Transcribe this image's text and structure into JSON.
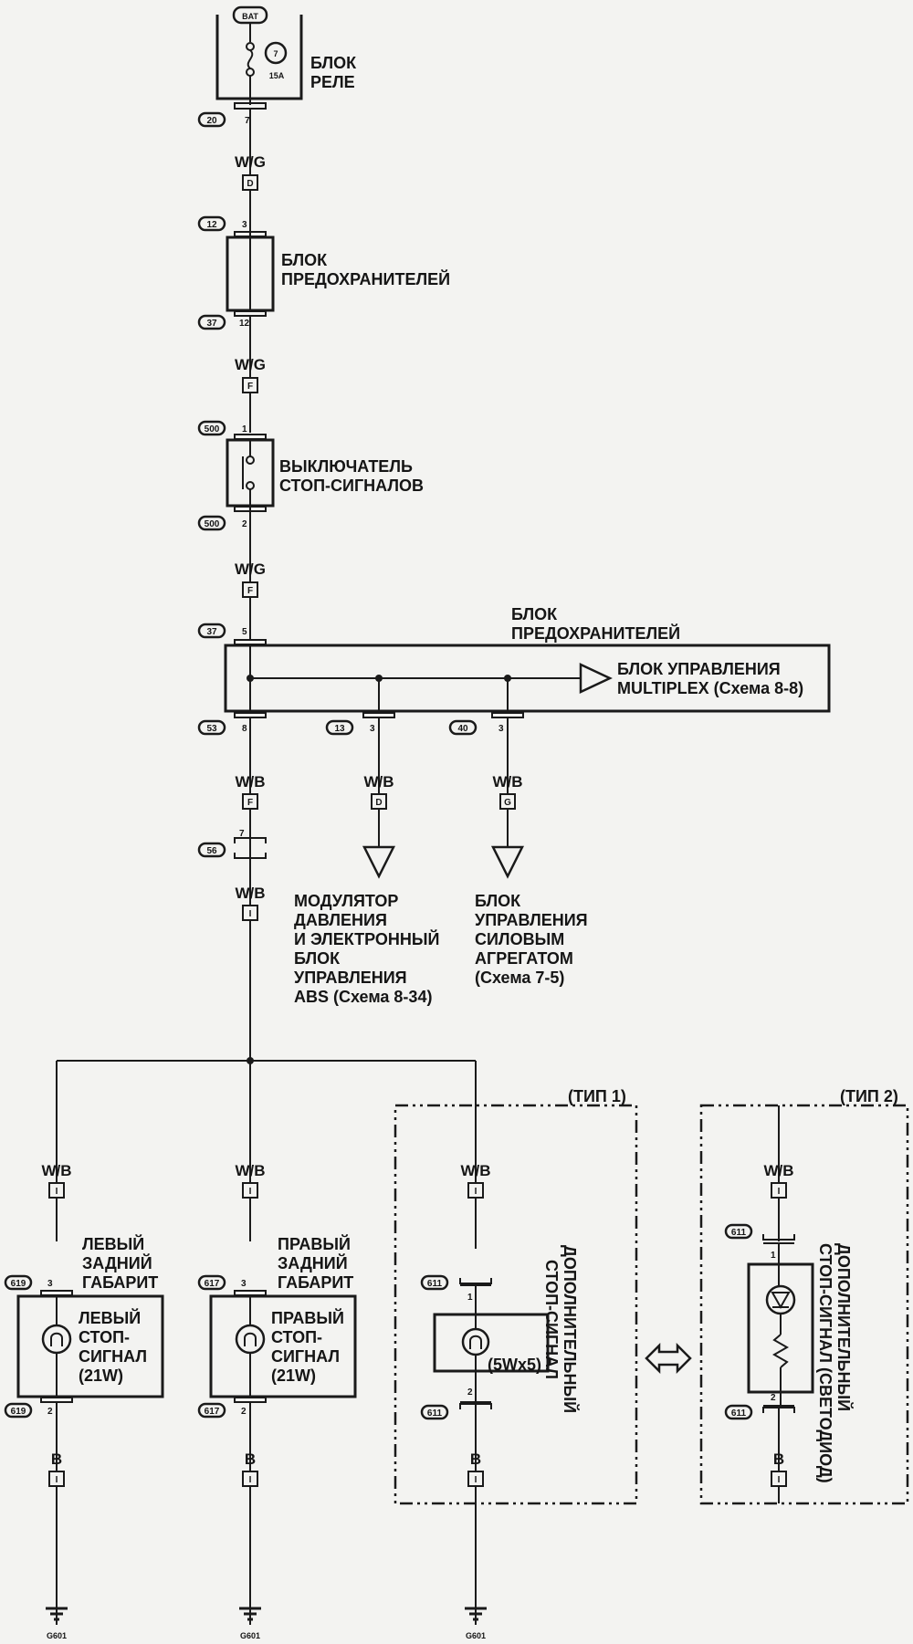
{
  "battery": "BAT",
  "relay_block": {
    "label": [
      "БЛОК",
      "РЕЛЕ"
    ],
    "fuse_no": "7",
    "fuse_rating": "15A",
    "conn": "20",
    "pin": "7"
  },
  "fuse_block_1": {
    "label": [
      "БЛОК",
      "ПРЕДОХРАНИТЕЛЕЙ"
    ],
    "conn_in": "12",
    "pin_in": "3",
    "conn_out": "37",
    "pin_out": "12"
  },
  "brake_switch": {
    "label": [
      "ВЫКЛЮЧАТЕЛЬ",
      "СТОП-СИГНАЛОВ"
    ],
    "conn": "500",
    "pin_in": "1",
    "pin_out": "2"
  },
  "fuse_block_2": {
    "label": [
      "БЛОК",
      "ПРЕДОХРАНИТЕЛЕЙ"
    ],
    "conn_in": "37",
    "pin_in": "5",
    "conn_out": "53",
    "pin_out": "8",
    "conn_mid": "13",
    "pin_mid": "3",
    "conn_right": "40",
    "pin_right": "3",
    "multiplex": [
      "БЛОК УПРАВЛЕНИЯ",
      "MULTIPLEX (Схема 8-8)"
    ]
  },
  "wires": {
    "wg": "W/G",
    "wb": "W/B",
    "b": "B",
    "conn_D": "D",
    "conn_F": "F",
    "conn_G": "G",
    "conn_I": "I"
  },
  "junction": {
    "conn": "56",
    "pin": "7"
  },
  "abs": [
    "МОДУЛЯТОР",
    "ДАВЛЕНИЯ",
    "И ЭЛЕКТРОННЫЙ",
    "БЛОК",
    "УПРАВЛЕНИЯ",
    "ABS (Схема 8-34)"
  ],
  "pcm": [
    "БЛОК",
    "УПРАВЛЕНИЯ",
    "СИЛОВЫМ",
    "АГРЕГАТОМ",
    "(Схема 7-5)"
  ],
  "left_lamp": {
    "title": [
      "ЛЕВЫЙ",
      "ЗАДНИЙ",
      "ГАБАРИТ"
    ],
    "inner": [
      "ЛЕВЫЙ",
      "СТОП-",
      "СИГНАЛ",
      "(21W)"
    ],
    "conn": "619",
    "pin_in": "3",
    "pin_out": "2"
  },
  "right_lamp": {
    "title": [
      "ПРАВЫЙ",
      "ЗАДНИЙ",
      "ГАБАРИТ"
    ],
    "inner": [
      "ПРАВЫЙ",
      "СТОП-",
      "СИГНАЛ",
      "(21W)"
    ],
    "conn": "617",
    "pin_in": "3",
    "pin_out": "2"
  },
  "type1": {
    "label": "(ТИП 1)",
    "conn": "611",
    "pin_in": "1",
    "pin_out": "2",
    "bulb": "(5Wx5)",
    "name": [
      "ДОПОЛНИТЕЛЬНЫЙ",
      "СТОП-СИГНАЛ"
    ]
  },
  "type2": {
    "label": "(ТИП 2)",
    "conn": "611",
    "pin_in": "1",
    "pin_out": "2",
    "name": [
      "ДОПОЛНИТЕЛЬНЫЙ",
      "СТОП-СИГНАЛ (СВЕТОДИОД)"
    ]
  },
  "ground": "G601"
}
